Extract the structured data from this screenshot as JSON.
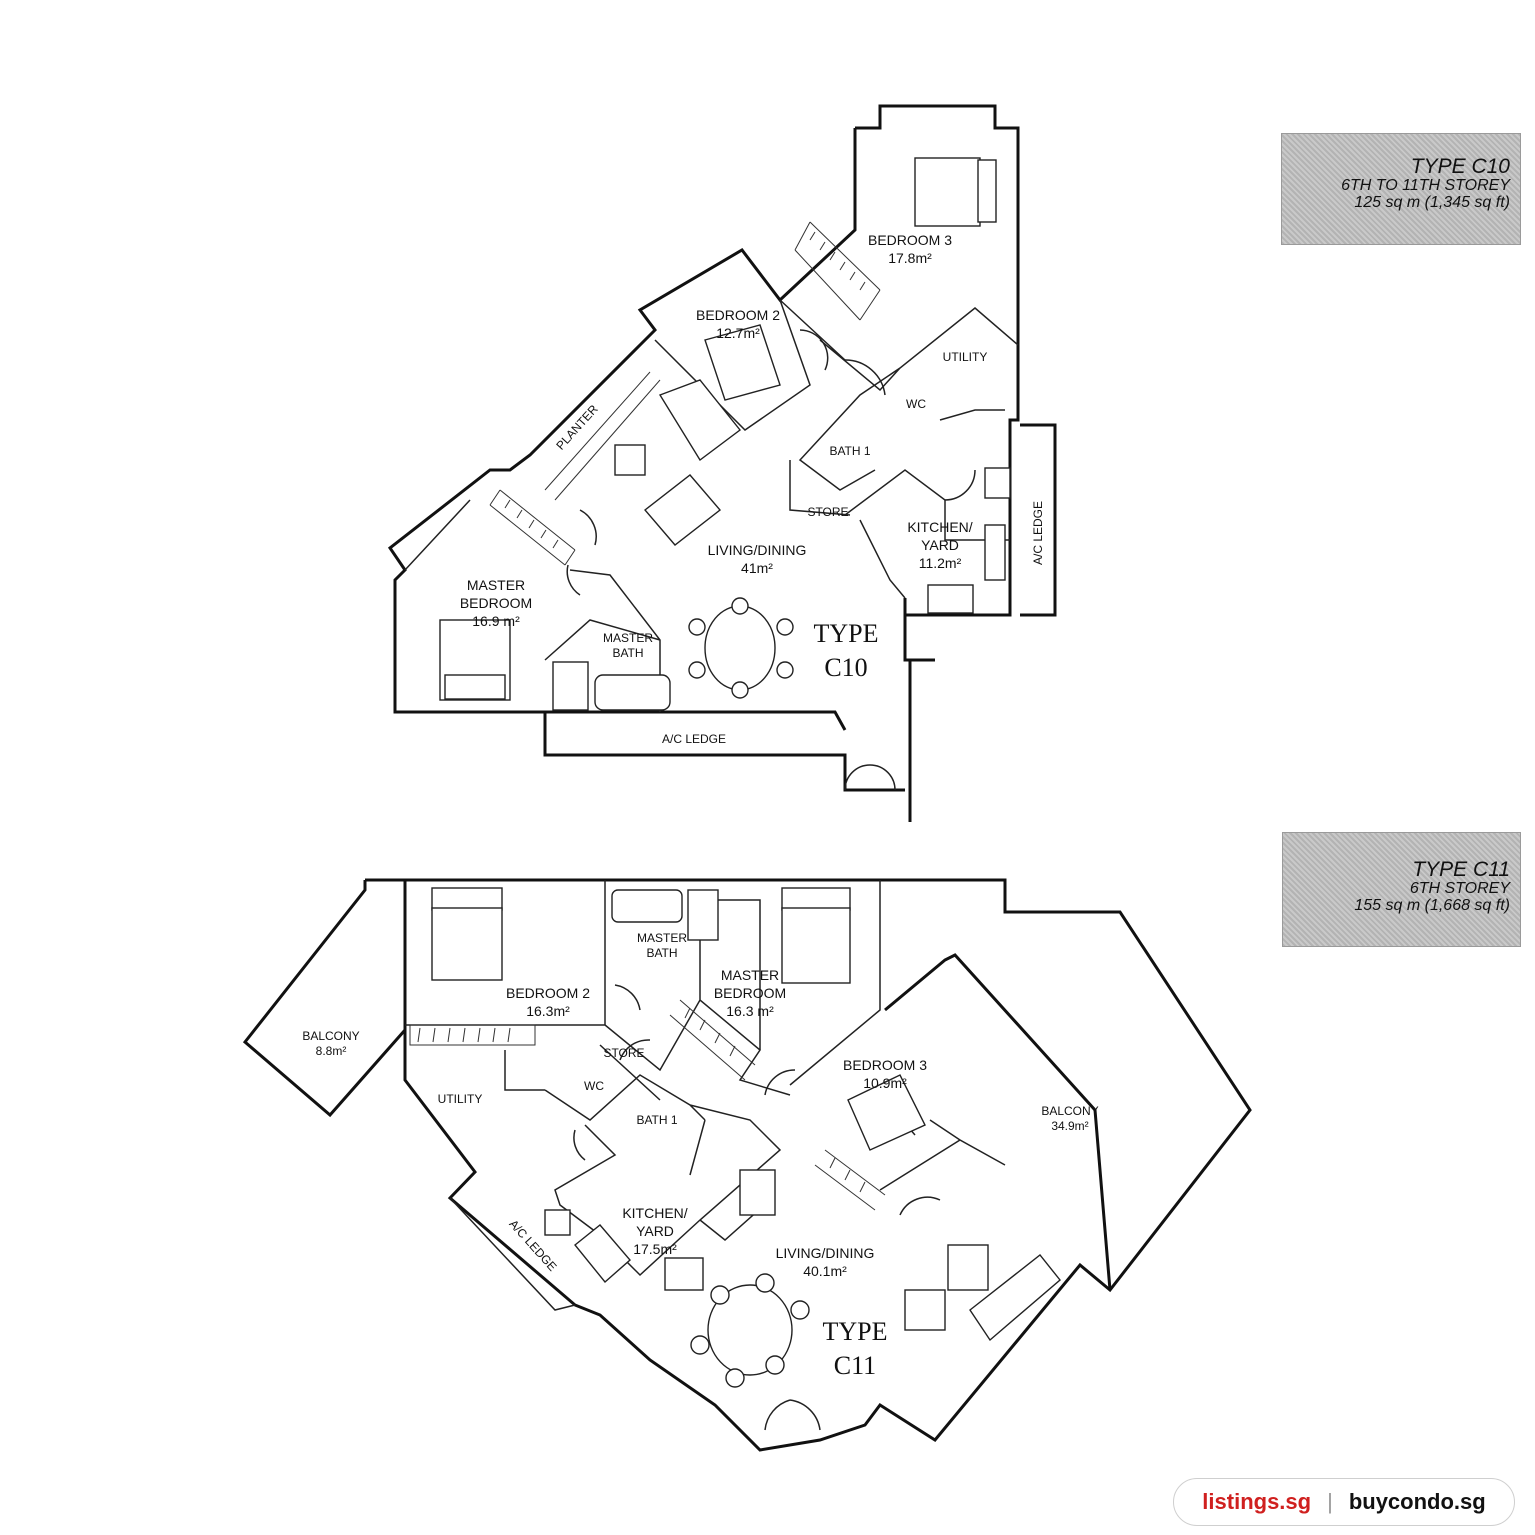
{
  "plans": [
    {
      "tag": {
        "title": "TYPE C10",
        "storey": "6TH TO 11TH STOREY",
        "area": "125 sq m (1,345 sq ft)"
      },
      "type_label": [
        "TYPE",
        "C10"
      ],
      "rooms": {
        "bedroom3": [
          "BEDROOM 3",
          "17.8m²"
        ],
        "bedroom2": [
          "BEDROOM 2",
          "12.7m²"
        ],
        "utility": "UTILITY",
        "wc": "WC",
        "bath1": "BATH 1",
        "store": "STORE",
        "planter": "PLANTER",
        "kitchen": [
          "KITCHEN/",
          "YARD",
          "11.2m²"
        ],
        "ac_ledge_v": "A/C LEDGE",
        "living": [
          "LIVING/DINING",
          "41m²"
        ],
        "master": [
          "MASTER",
          "BEDROOM",
          "16.9 m²"
        ],
        "master_bath": [
          "MASTER",
          "BATH"
        ],
        "ac_ledge_h": "A/C LEDGE"
      }
    },
    {
      "tag": {
        "title": "TYPE C11",
        "storey": "6TH STOREY",
        "area": "155 sq m (1,668 sq ft)"
      },
      "type_label": [
        "TYPE",
        "C11"
      ],
      "rooms": {
        "balcony_small": [
          "BALCONY",
          "8.8m²"
        ],
        "bedroom2": [
          "BEDROOM 2",
          "16.3m²"
        ],
        "master_bath": [
          "MASTER",
          "BATH"
        ],
        "master": [
          "MASTER",
          "BEDROOM",
          "16.3 m²"
        ],
        "store": "STORE",
        "utility": "UTILITY",
        "wc": "WC",
        "bath1": "BATH 1",
        "bedroom3": [
          "BEDROOM 3",
          "10.9m²"
        ],
        "balcony_big": [
          "BALCONY",
          "34.9m²"
        ],
        "kitchen": [
          "KITCHEN/",
          "YARD",
          "17.5m²"
        ],
        "living": [
          "LIVING/DINING",
          "40.1m²"
        ],
        "ac_ledge": "A/C LEDGE"
      }
    }
  ],
  "watermark": {
    "left": "listings.sg",
    "separator": "|",
    "right": "buycondo.sg"
  }
}
